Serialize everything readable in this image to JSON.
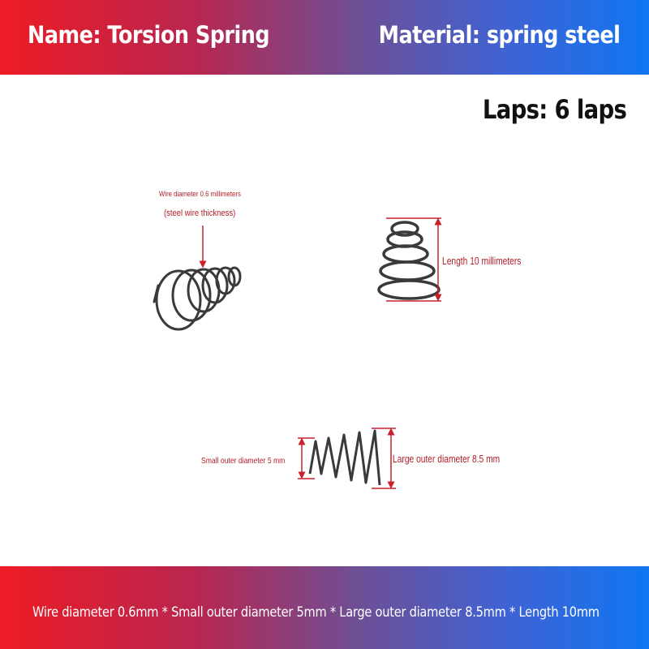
{
  "header": {
    "name": "Name: Torsion Spring",
    "material": "Material: spring steel"
  },
  "laps": "Laps: 6 laps",
  "annotations": {
    "wire_diameter": "Wire diameter 0.6 millimeters",
    "wire_note": "(steel wire thickness)",
    "length": "Length 10 millimeters",
    "small_outer": "Small outer diameter 5 mm",
    "large_outer": "Large outer diameter 8.5 mm"
  },
  "footer": {
    "specs": "Wire diameter 0.6mm * Small outer diameter 5mm * Large outer diameter 8.5mm * Length 10mm"
  },
  "colors": {
    "gradient_start": "#ee1b24",
    "gradient_end": "#1076f2",
    "annotation_red": "#b4202a",
    "spring_steel": "#3a3a3a"
  }
}
